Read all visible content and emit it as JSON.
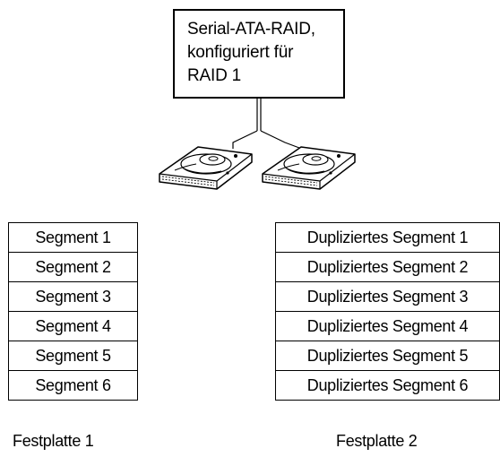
{
  "controller": {
    "lines": [
      "Serial-ATA-RAID,",
      "konfiguriert für",
      "RAID 1"
    ]
  },
  "disks": [
    {
      "label": "Festplatte 1",
      "segments": [
        "Segment 1",
        "Segment 2",
        "Segment 3",
        "Segment 4",
        "Segment 5",
        "Segment 6"
      ]
    },
    {
      "label": "Festplatte 2",
      "segments": [
        "Dupliziertes Segment 1",
        "Dupliziertes Segment 2",
        "Dupliziertes Segment 3",
        "Dupliziertes Segment 4",
        "Dupliziertes Segment 5",
        "Dupliziertes Segment 6"
      ]
    }
  ],
  "icons": [
    "hard-drive-icon",
    "hard-drive-icon"
  ]
}
